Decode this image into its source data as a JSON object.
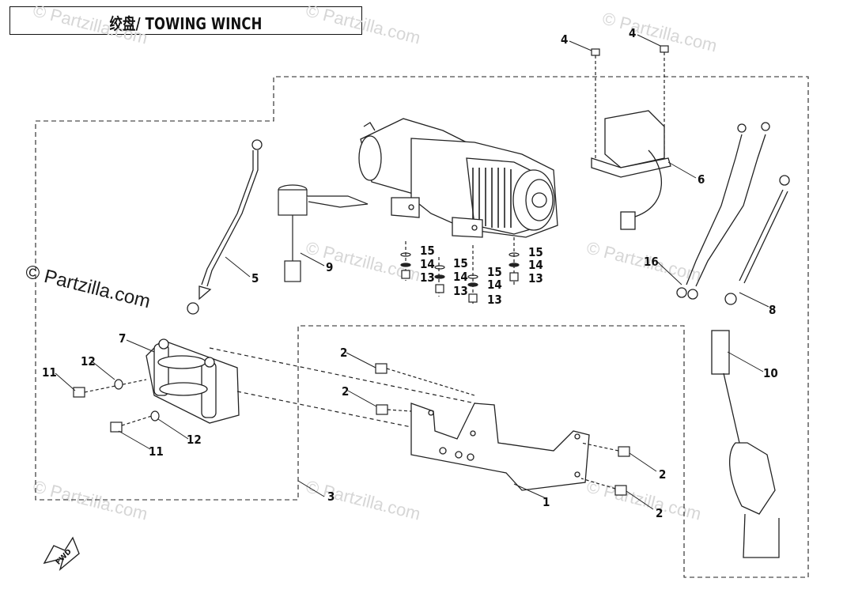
{
  "title": "绞盘/ TOWING WINCH",
  "watermark": {
    "faint": "© Partzilla.com",
    "main": "© Partzilla.com"
  },
  "fwd_label": "FWD",
  "callouts": {
    "c1": "1",
    "c2a": "2",
    "c2b": "2",
    "c2c": "2",
    "c2d": "2",
    "c3": "3",
    "c4a": "4",
    "c4b": "4",
    "c5": "5",
    "c6": "6",
    "c7": "7",
    "c8": "8",
    "c9": "9",
    "c10": "10",
    "c11a": "11",
    "c11b": "11",
    "c12a": "12",
    "c12b": "12",
    "c13a": "13",
    "c13b": "13",
    "c13c": "13",
    "c13d": "13",
    "c14a": "14",
    "c14b": "14",
    "c14c": "14",
    "c14d": "14",
    "c15a": "15",
    "c15b": "15",
    "c15c": "15",
    "c15d": "15",
    "c16": "16"
  }
}
